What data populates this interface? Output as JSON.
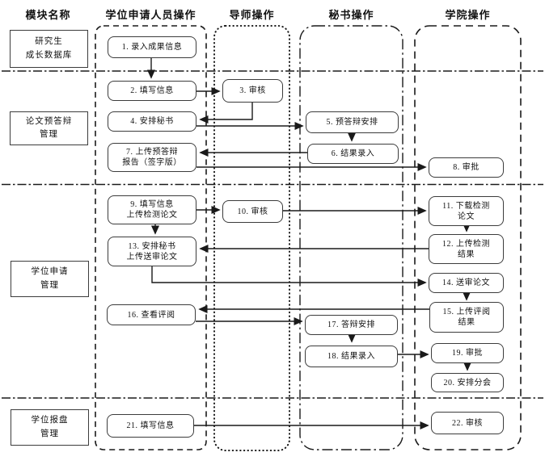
{
  "headers": {
    "module": "模块名称",
    "applicant": "学位申请人员操作",
    "supervisor": "导师操作",
    "secretary": "秘书操作",
    "college": "学院操作"
  },
  "modules": {
    "m1": "研究生\n成长数据库",
    "m2": "论文预答辩\n管理",
    "m3": "学位申请\n管理",
    "m4": "学位报盘\n管理"
  },
  "boxes": {
    "b1": "1. 录入成果信息",
    "b2": "2. 填写信息",
    "b3": "3. 审核",
    "b4": "4. 安排秘书",
    "b5": "5. 预答辩安排",
    "b6": "6. 结果录入",
    "b7": "7. 上传预答辩\n报告（签字版）",
    "b8": "8. 审批",
    "b9": "9. 填写信息\n上传检测论文",
    "b10": "10. 审核",
    "b11": "11. 下载检测\n论文",
    "b12": "12. 上传检测\n结果",
    "b13": "13. 安排秘书\n上传送审论文",
    "b14": "14. 送审论文",
    "b15": "15. 上传评阅\n结果",
    "b16": "16. 查看评阅",
    "b17": "17. 答辩安排",
    "b18": "18. 结果录入",
    "b19": "19. 审批",
    "b20": "20. 安排分会",
    "b21": "21. 填写信息",
    "b22": "22. 审核"
  },
  "edges": [
    {
      "from": "1",
      "to": "2"
    },
    {
      "from": "2",
      "to": "3"
    },
    {
      "from": "3",
      "to": "4"
    },
    {
      "from": "4",
      "to": "5"
    },
    {
      "from": "5",
      "to": "6"
    },
    {
      "from": "6",
      "to": "7"
    },
    {
      "from": "7",
      "to": "8"
    },
    {
      "from": "9",
      "to": "10"
    },
    {
      "from": "10",
      "to": "11"
    },
    {
      "from": "11",
      "to": "12"
    },
    {
      "from": "12",
      "to": "13"
    },
    {
      "from": "9",
      "to": "13"
    },
    {
      "from": "13",
      "to": "14"
    },
    {
      "from": "14",
      "to": "15"
    },
    {
      "from": "15",
      "to": "16"
    },
    {
      "from": "16",
      "to": "17"
    },
    {
      "from": "17",
      "to": "18"
    },
    {
      "from": "18",
      "to": "19"
    },
    {
      "from": "19",
      "to": "20"
    },
    {
      "from": "21",
      "to": "22"
    }
  ],
  "colors": {
    "line": "#1a1a1a",
    "box_border": "#3c3c3c",
    "background": "#ffffff",
    "text": "#111111"
  }
}
